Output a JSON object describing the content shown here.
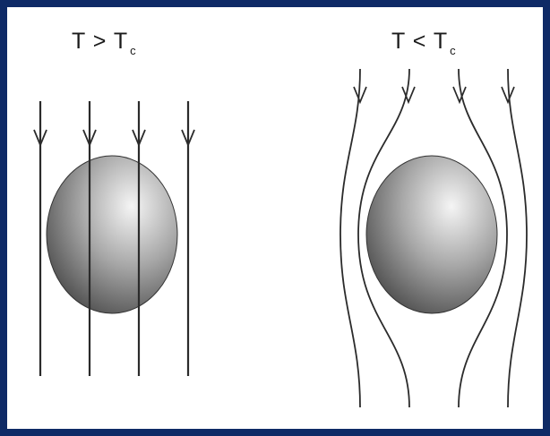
{
  "panels": [
    {
      "id": "left",
      "label": {
        "symbol": "T",
        "relation": ">",
        "critical": "T",
        "subscript": "c"
      }
    },
    {
      "id": "right",
      "label": {
        "symbol": "T",
        "relation": "<",
        "critical": "T",
        "subscript": "c"
      }
    }
  ],
  "colors": {
    "frame": "#0e2a66",
    "line": "#2b2b2b",
    "sphere_light": "#f5f5f5",
    "sphere_mid": "#a7a7a7",
    "sphere_dark": "#3a3a3a"
  }
}
